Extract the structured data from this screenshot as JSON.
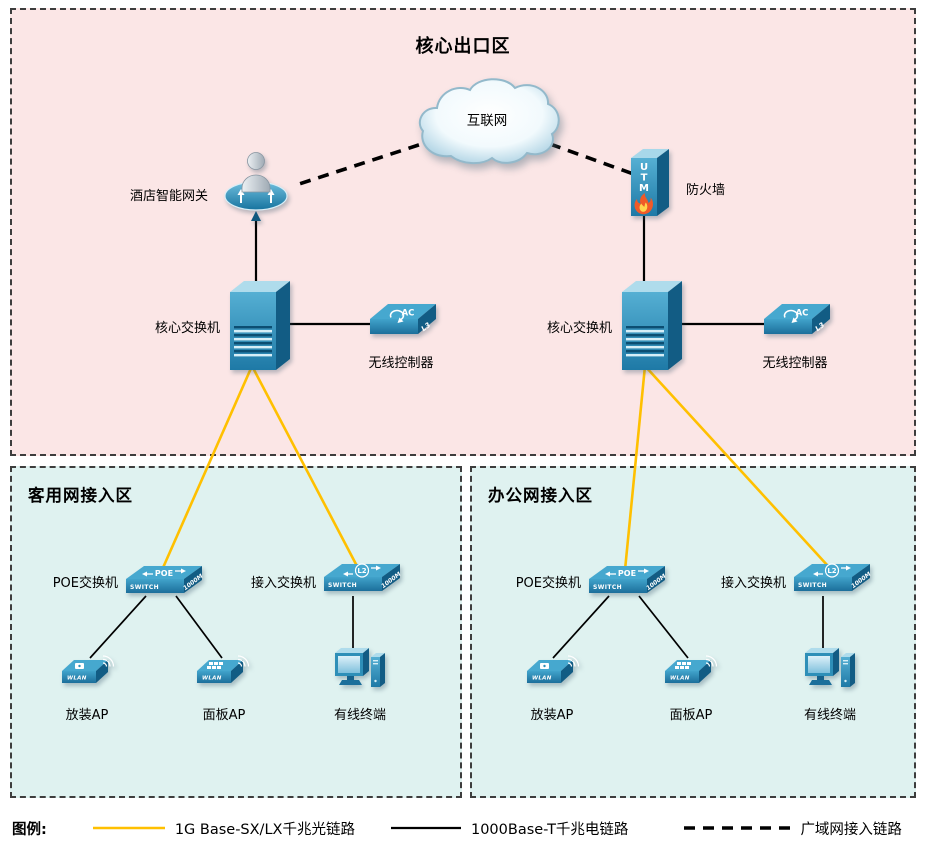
{
  "zones": {
    "core": {
      "title": "核心出口区"
    },
    "guest": {
      "title": "客用网接入区"
    },
    "office": {
      "title": "办公网接入区"
    }
  },
  "core_nodes": {
    "internet": {
      "label": "互联网"
    },
    "gateway": {
      "label": "酒店智能网关"
    },
    "firewall": {
      "label": "防火墙",
      "icon_text": "UTM"
    },
    "core_switch_left": {
      "label": "核心交换机"
    },
    "core_switch_right": {
      "label": "核心交换机"
    },
    "wlan_controller_left": {
      "label": "无线控制器",
      "icon_text": "AC",
      "icon_badge": "L3"
    },
    "wlan_controller_right": {
      "label": "无线控制器",
      "icon_text": "AC",
      "icon_badge": "L3"
    }
  },
  "guest_nodes": {
    "poe_switch": {
      "label": "POE交换机",
      "icon_text": "POE",
      "front_text": "SWITCH",
      "side_text": "1000M"
    },
    "access_switch": {
      "label": "接入交换机",
      "icon_text": "L2",
      "front_text": "SWITCH",
      "side_text": "1000M"
    },
    "fit_ap": {
      "label": "放装AP",
      "icon_text": "WLAN"
    },
    "panel_ap": {
      "label": "面板AP",
      "icon_text": "WLAN"
    },
    "wired_terminal": {
      "label": "有线终端"
    }
  },
  "office_nodes": {
    "poe_switch": {
      "label": "POE交换机",
      "icon_text": "POE",
      "front_text": "SWITCH",
      "side_text": "1000M"
    },
    "access_switch": {
      "label": "接入交换机",
      "icon_text": "L2",
      "front_text": "SWITCH",
      "side_text": "1000M"
    },
    "fit_ap": {
      "label": "放装AP",
      "icon_text": "WLAN"
    },
    "panel_ap": {
      "label": "面板AP",
      "icon_text": "WLAN"
    },
    "wired_terminal": {
      "label": "有线终端"
    }
  },
  "legend": {
    "title": "图例:",
    "items": [
      {
        "label": "1G Base-SX/LX千兆光链路",
        "type": "fiber",
        "color": "#FFC000"
      },
      {
        "label": "1000Base-T千兆电链路",
        "type": "copper",
        "color": "#000000"
      },
      {
        "label": "广域网接入链路",
        "type": "wan",
        "color": "#000000"
      }
    ]
  },
  "colors": {
    "fiber_link": "#FFC000",
    "copper_link": "#000000",
    "wan_link": "#000000",
    "core_zone_bg": "#FBE6E6",
    "access_zone_bg": "#DFF2F0",
    "device_primary": "#2E8FB8"
  }
}
